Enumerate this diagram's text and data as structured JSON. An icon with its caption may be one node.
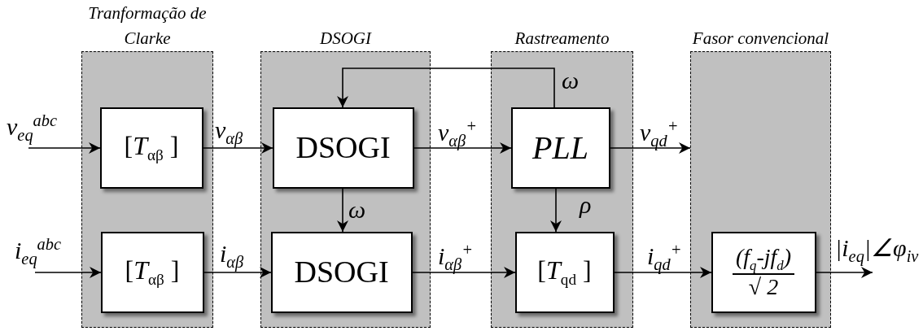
{
  "diagram": {
    "nodes": [
      {
        "text": [
          "Tranformação de Clarke"
        ]
      },
      {
        "text": [
          "[*T*$_{αβ}$ ]"
        ],
        "in": 0
      },
      {
        "text": [
          "[*T*$_{αβ}$ ]"
        ],
        "in": 0
      },
      {
        "text": [
          "DSOGI"
        ]
      },
      {
        "text": [
          "DSOGI"
        ],
        "in": 3
      },
      {
        "text": [
          "DSOGI"
        ],
        "in": 3
      },
      {
        "text": [
          "Rastreamento"
        ]
      },
      {
        "text": [
          "PLL"
        ],
        "in": 6
      },
      {
        "text": [
          "[*T*$_{qd}$ ]"
        ],
        "in": 6
      },
      {
        "text": [
          "Fasor convencional"
        ]
      },
      {
        "text": [
          "(f$_{q}$-jf$_{d}$)",
          "√ 2"
        ],
        "in": 9
      }
    ],
    "edges": [
      {
        "from": null,
        "to": 1,
        "arrow": "to",
        "label": "v$_{eq}$$^{abc}$"
      },
      {
        "from": 1,
        "to": 4,
        "arrow": "to",
        "label": "v$_{αβ}$"
      },
      {
        "from": 7,
        "to": 4,
        "arrow": "to",
        "label": "ω"
      },
      {
        "from": 4,
        "to": 7,
        "arrow": "to",
        "label": "v$_{αβ}$$^{+}$"
      },
      {
        "from": 7,
        "to": 9,
        "arrow": "to",
        "label": "v$_{qd}$$^{+}$"
      },
      {
        "from": 4,
        "to": 5,
        "arrow": "to",
        "label": "ω"
      },
      {
        "from": 7,
        "to": 8,
        "arrow": "to",
        "label": "ρ"
      },
      {
        "from": null,
        "to": 2,
        "arrow": "to",
        "label": "i$_{eq}$$^{abc}$"
      },
      {
        "from": 2,
        "to": 5,
        "arrow": "to",
        "label": "i$_{αβ}$"
      },
      {
        "from": 5,
        "to": 8,
        "arrow": "to",
        "label": "i$_{αβ}$$^{+}$"
      },
      {
        "from": 8,
        "to": 10,
        "arrow": "to",
        "label": "i$_{qd}$$^{+}$"
      },
      {
        "from": 10,
        "to": null,
        "arrow": "to",
        "label": "|i$_{eq}$|∠φ$_{iv}$"
      }
    ]
  }
}
